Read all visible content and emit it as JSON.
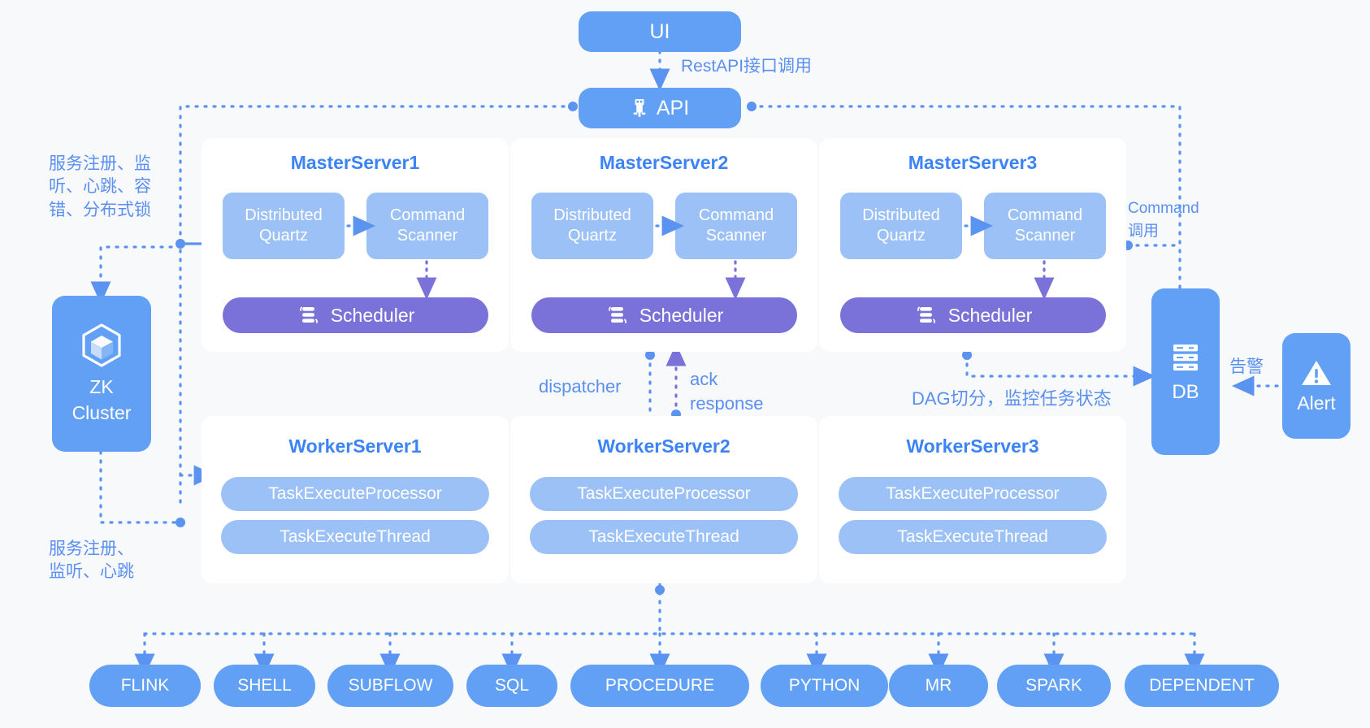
{
  "diagram": {
    "title": "DolphinScheduler Architecture",
    "colors": {
      "background": "#f8f9fb",
      "primary_blue": "#62a0f5",
      "light_blue": "#9cc1f7",
      "purple": "#7a72d8",
      "card_white": "#ffffff",
      "text_blue": "#5a8ff2",
      "heading_blue": "#3c83f6"
    }
  },
  "top": {
    "ui": {
      "label": "UI"
    },
    "api": {
      "label": "API",
      "icon": "usb-plug-icon"
    },
    "ui_to_api_label": "RestAPI接口调用"
  },
  "left": {
    "zk": {
      "label_line1": "ZK",
      "label_line2": "Cluster",
      "icon": "cube-icon"
    },
    "top_label": "服务注册、监\n听、心跳、容\n错、分布式锁",
    "bottom_label": "服务注册、\n监听、心跳"
  },
  "masters": [
    {
      "title": "MasterServer1",
      "quartz": "Distributed\nQuartz",
      "scanner": "Command\nScanner",
      "scheduler": "Scheduler",
      "scheduler_icon": "scheduler-stack-icon"
    },
    {
      "title": "MasterServer2",
      "quartz": "Distributed\nQuartz",
      "scanner": "Command\nScanner",
      "scheduler": "Scheduler",
      "scheduler_icon": "scheduler-stack-icon"
    },
    {
      "title": "MasterServer3",
      "quartz": "Distributed\nQuartz",
      "scanner": "Command\nScanner",
      "scheduler": "Scheduler",
      "scheduler_icon": "scheduler-stack-icon"
    }
  ],
  "workers": [
    {
      "title": "WorkerServer1",
      "processor": "TaskExecuteProcessor",
      "thread": "TaskExecuteThread"
    },
    {
      "title": "WorkerServer2",
      "processor": "TaskExecuteProcessor",
      "thread": "TaskExecuteThread"
    },
    {
      "title": "WorkerServer3",
      "processor": "TaskExecuteProcessor",
      "thread": "TaskExecuteThread"
    }
  ],
  "middle_labels": {
    "dispatcher": "dispatcher",
    "ack_response": "ack\nresponse",
    "dag": "DAG切分，监控任务状态"
  },
  "right": {
    "command_label": "Command\n调用",
    "db": {
      "label": "DB",
      "icon": "database-stack-icon"
    },
    "alert": {
      "label": "Alert",
      "icon": "warning-triangle-icon"
    },
    "alert_label": "告警"
  },
  "task_types": [
    "FLINK",
    "SHELL",
    "SUBFLOW",
    "SQL",
    "PROCEDURE",
    "PYTHON",
    "MR",
    "SPARK",
    "DEPENDENT"
  ]
}
